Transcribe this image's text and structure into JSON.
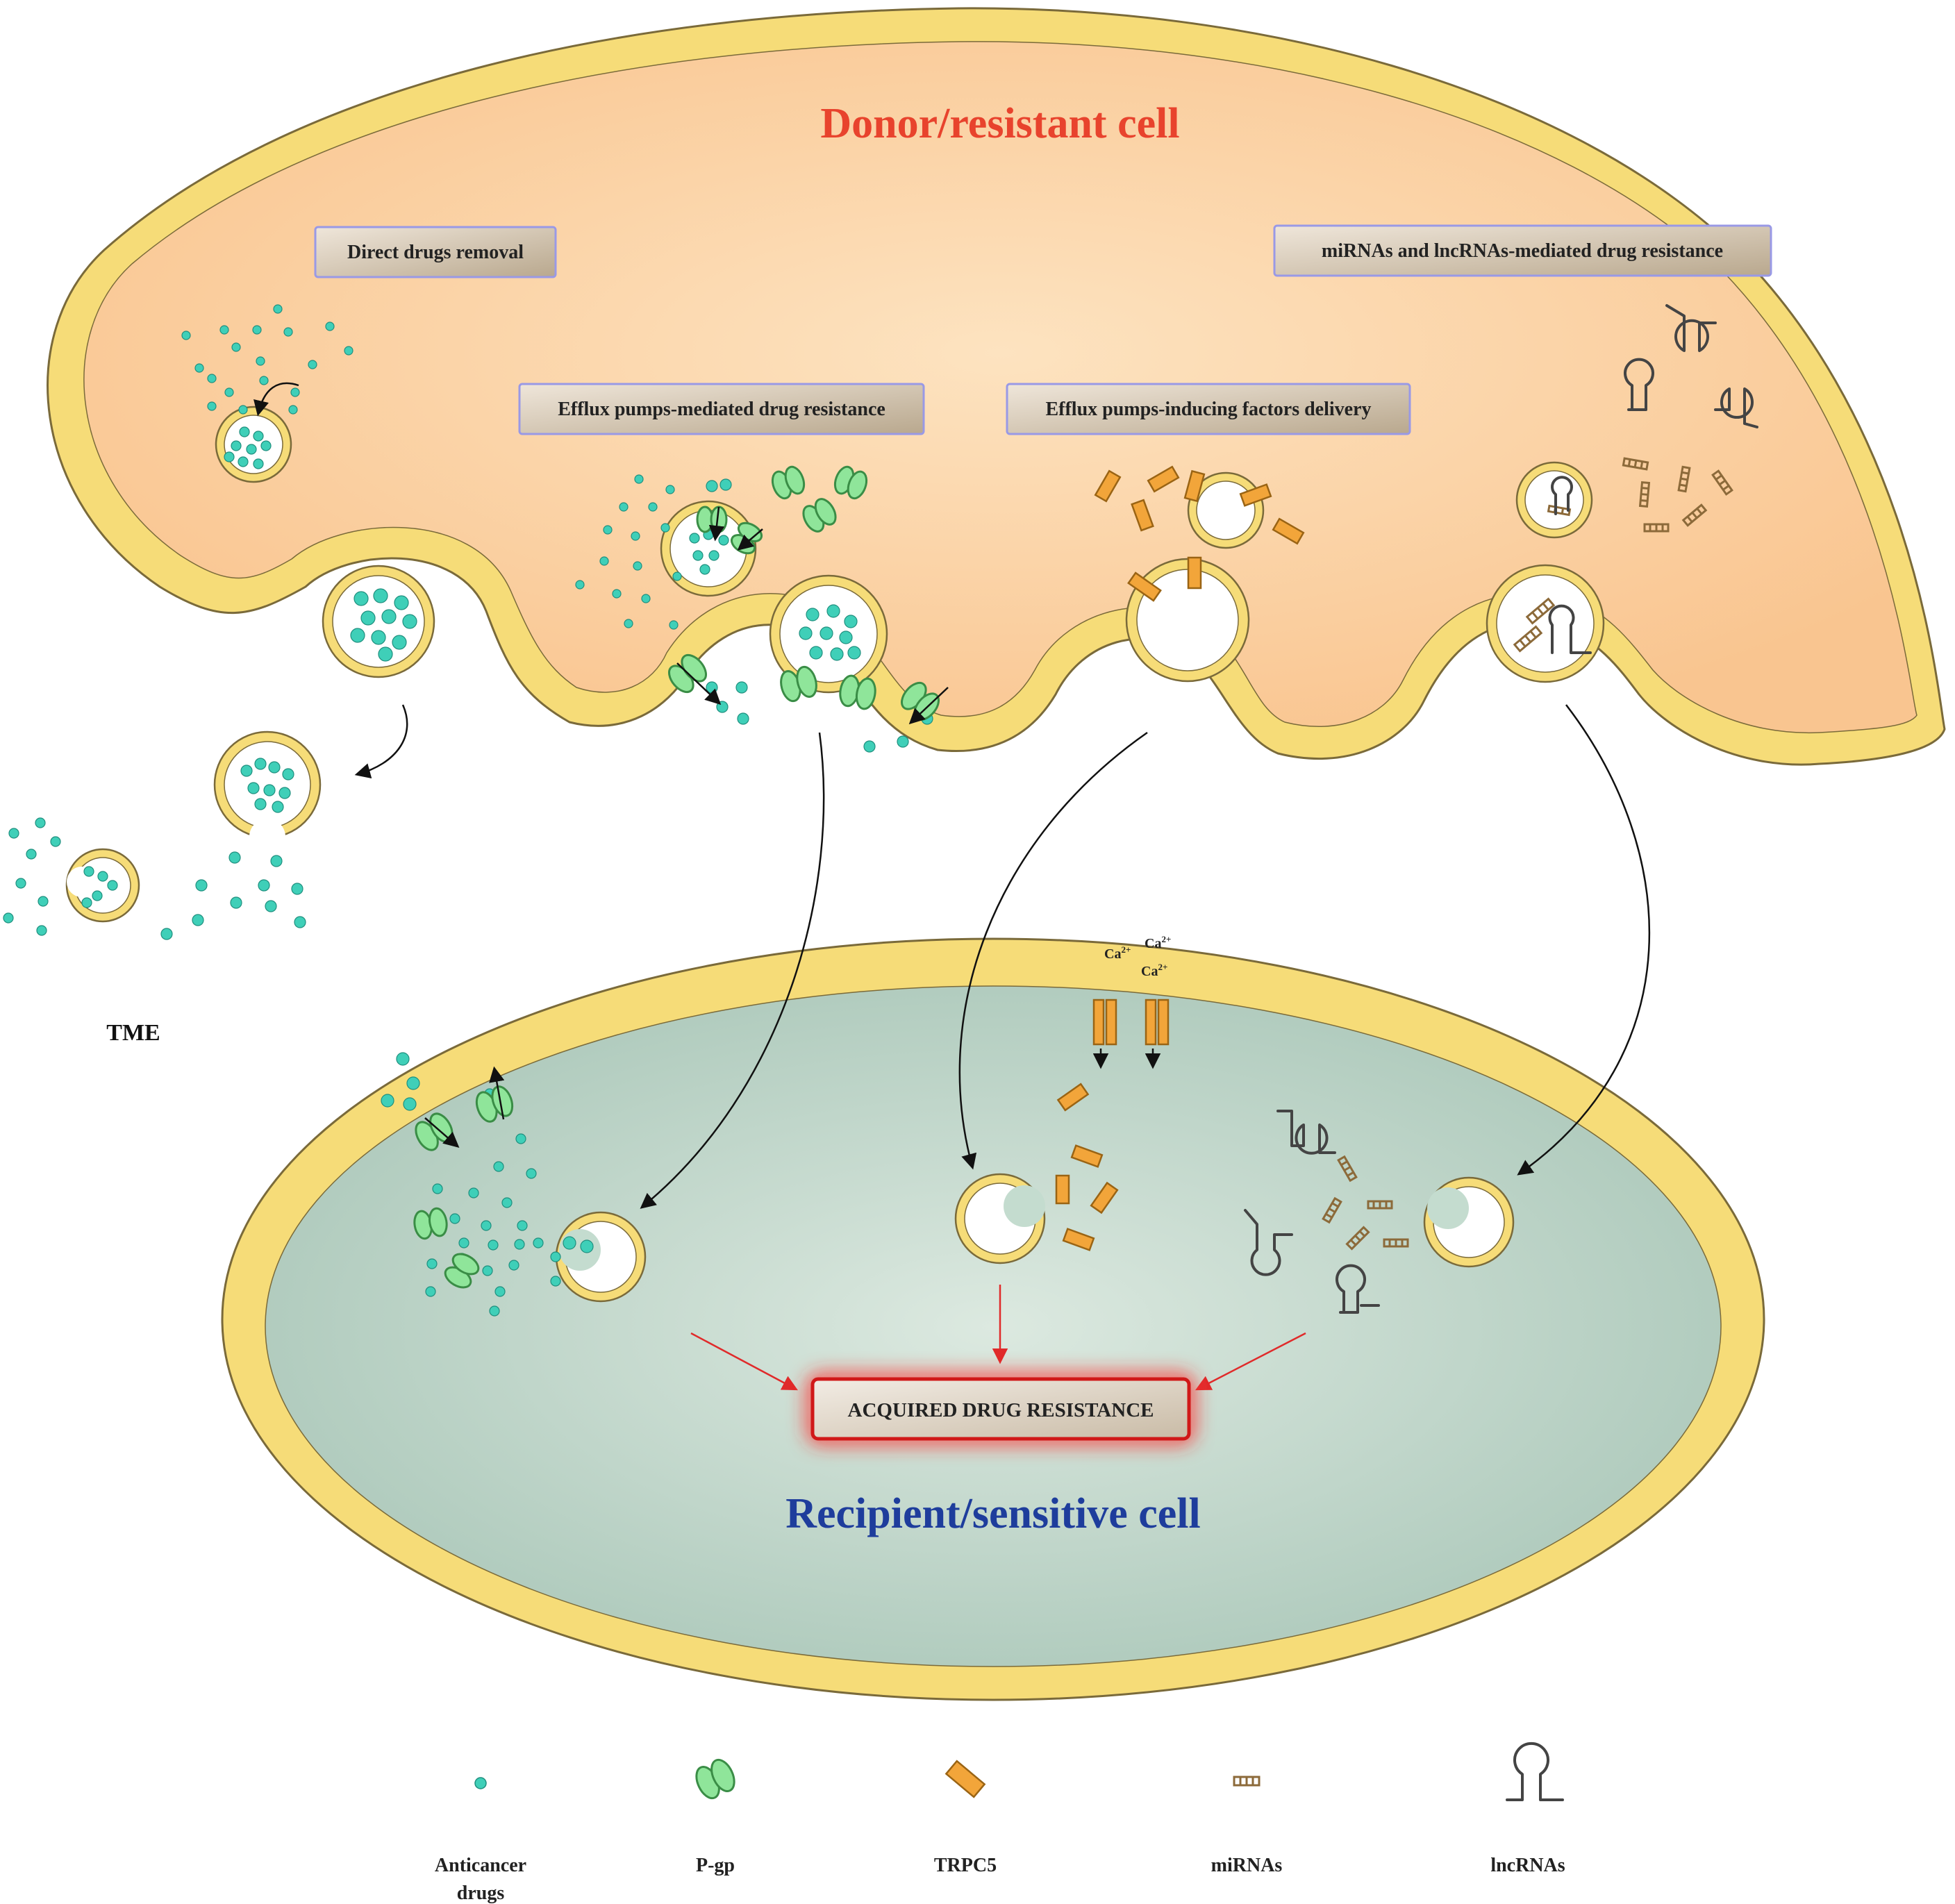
{
  "donor_cell": {
    "title": "Donor/resistant cell"
  },
  "recipient_cell": {
    "title": "Recipient/sensitive cell"
  },
  "mechanisms": {
    "direct_removal": "Direct drugs removal",
    "efflux_pumps": "Efflux pumps-mediated drug resistance",
    "inducing_factors": "Efflux pumps-inducing factors delivery",
    "rna_mediated": "miRNAs and lncRNAs-mediated drug resistance"
  },
  "tme_label": "TME",
  "ion": {
    "ca_base": "Ca",
    "ca_charge": "2+"
  },
  "outcome": {
    "label": "ACQUIRED DRUG RESISTANCE"
  },
  "legend": [
    {
      "key": "drug",
      "label": "Anticancer",
      "label2": "drugs"
    },
    {
      "key": "pgp",
      "label": "P-gp"
    },
    {
      "key": "trpc5",
      "label": "TRPC5"
    },
    {
      "key": "mirna",
      "label": "miRNAs"
    },
    {
      "key": "lncrna",
      "label": "lncRNAs"
    }
  ],
  "colors": {
    "membrane": "#f6dc78",
    "membrane_stroke": "#7a6a3a",
    "donor_fill": "#fbd7a8",
    "recipient_fill": "#c4dccf",
    "drug": "#3fcfb8",
    "pgp": "#8fe59a",
    "trpc5": "#f2a53a",
    "title_red": "#e8432d",
    "title_blue": "#1e3d9c",
    "outcome_border": "#d01818",
    "arrow_red": "#e02a2a"
  }
}
